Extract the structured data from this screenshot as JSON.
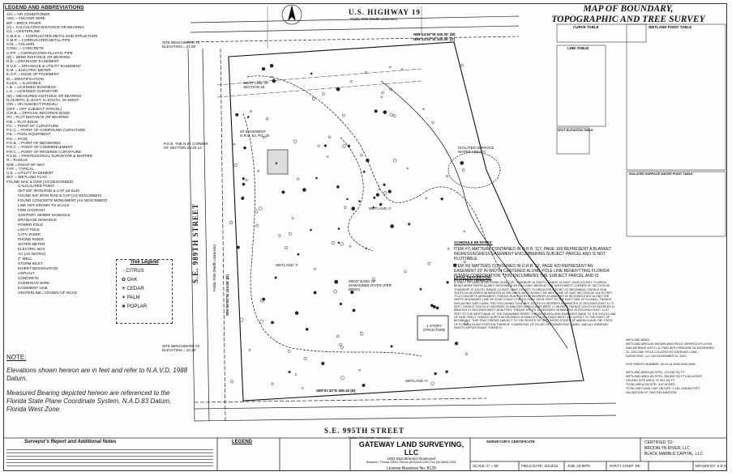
{
  "title": {
    "line1": "MAP OF BOUNDARY,",
    "line2": "TOPOGRAPHIC AND TREE SURVEY"
  },
  "roads": {
    "north": "U.S. HIGHWAY 19",
    "north_sub": "Public R/W (Width Unknown)",
    "south": "S.E. 995TH STREET",
    "south_sub": "Public R/W (Width Unknown)",
    "west": "S.E. 989TH STREET",
    "west_sub": "Public R/W (Width Unknown)"
  },
  "legend": {
    "title": "LEGEND AND ABBREVIATIONS",
    "items": [
      "A/C = AIR CONDITIONER",
      "ANC = ANCHOR WIRE",
      "B/P = BRICK PAVER",
      "(C) = CALCULATED DISTANCE OR BEARING",
      "C/L = CENTERLINE",
      "C.M.E.S. = CORRUGATED METAL END STRUCTURE",
      "C.M.P. = CORRUGATED METAL PIPE",
      "COL = COLUMN",
      "CONC. = CONCRETE",
      "C.P.P. = CORRUGATED PLASTIC PIPE",
      "(D) = DEED DISTANCE OR BEARING",
      "D.E. = DRAINAGE EASEMENT",
      "D.U.E. = DRAINAGE & UTILITY EASEMENT",
      "E.M. = ELECTRIC METER",
      "E.O.P. = EDGE OF PAVEMENT",
      "ID = IDENTIFICATION",
      "ILLEG. = ILLEGIBLE",
      "L.B. = LICENSED BUSINESS",
      "L.S. = LICENSED SURVEYOR",
      "(M) = MEASURED DISTANCE OR BEARING",
      "N=NORTH, E=EAST, S=SOUTH, W=WEST",
      "(ON = ON SUBJECT PARCEL)",
      "(OFF = OFF SUBJECT PARCEL)",
      "O.R.B. = OFFICIAL RECORDS BOOK",
      "(P) = PLAT DISTANCE OR BEARING",
      "P.B. = PLAT BOOK",
      "P.C. = POINT OF CURVATURE",
      "P.C.C. = POINT OF COMPOUND CURVATURE",
      "P.E. = POOL EQUIPMENT",
      "P.G. = PAGE",
      "P.O.B. = POINT OF BEGINNING",
      "P.O.C. = POINT OF COMMENCEMENT",
      "P.R.C. = POINT OF REVERSE CURVATURE",
      "P.S.M. = PROFESSIONAL SURVEYOR & MAPPER",
      "R = RADIUS",
      "R/W = RIGHT-OF-WAY",
      "TYP. = TYPICAL",
      "U.E. = UTILITY EASEMENT",
      "W.F. = WETLAND FLAG",
      "FOUND NAIL & DISK (AS DESCRIBED)",
      "CALCULATED POINT",
      "SET 5/8\" IRON ROD & CAP LB 8129",
      "FOUND 5/8\" IRON ROD & CAP (AS DESCRIBED)",
      "FOUND CONCRETE MONUMENT (AS DESCRIBED)",
      "LINE NOT DRAWN TO SCALE",
      "FIRE HYDRANT",
      "SANITARY SEWER MANHOLE",
      "DRAINAGE MANHOLE",
      "POWER POLE",
      "LIGHT POLE",
      "CATV. RISER",
      "PHONE RISER",
      "WATER METER",
      "ELECTRIC BOX",
      "AC (AS NOTED)",
      "2\" WELL",
      "STORM INLET",
      "INVERT DESIGNATION",
      "ASPHALT",
      "CONCRETE",
      "OVERHEAD WIRE",
      "EASEMENT LINE",
      "CENTERLINE / CROWN OF ROAD"
    ]
  },
  "tree_legend": {
    "title": "Tree Legend",
    "items": [
      "CITRUS",
      "OAK",
      "CEDAR",
      "PALM",
      "POPLAR"
    ]
  },
  "note": {
    "label": "NOTE:",
    "p1": "Elevations shown hereon are in feet and refer to N.A.V.D. 1988 Datum.",
    "p2": "Measured Bearing depicted hereon are referenced to the Florida State Plane Coordinate System, N.A.D.83 Datum, Florida West Zone."
  },
  "schedule": {
    "title": "SCHEDULE BII NOTES:",
    "item7": "ITEM #7) MATTERS CONTAINED IN O.R.B. 117, PAGE 168 REPRESENT A BLANKET INGRESS/EGRESS EASEMENT ENCUMBERING SUBJECT PARCEL AND IS NOT PLOTTABLE.",
    "item9": "ITEM #9) MATTERS CONTAINED IN O.R.B. 52, PAGE 420 REPRESENT AN EASEMENT 20' IN WIDTH CENTERED ALONG POLE LINE BENEFITTING FLORIDA POWER CORPORATION. THIS ENCUMBERS THE SUBJECT PARCEL AND IS PLOTTED HEREON."
  },
  "legal": {
    "title": "LEGAL DESCRIPTION:",
    "text": "A TRACT OF LAND IN SECTIONS 28 AND 29, TOWNSHIP 10 SOUTH, RANGE 14 EAST, DIXIE COUNTY, FLORIDA, BEING MORE PARTICULARLY DESCRIBED AS FOLLOWS: BEGIN AT THE NORTHWEST CORNER OF SECTION 28, TOWNSHIP 10 SOUTH, RANGE 14 EAST, DIXIE COUNTY, FLORIDA FOR A POINT OF BEGINNING; THENCE RUN SOUTH 00 DEGREES 56 MINUTES 00 SECONDS WEST ALONG THE WEST LINE OF SAID SECTION 28, 444.00 FEET TO A CONCRETE MONUMENT; THENCE RUN SOUTH 89 DEGREES 40 MINUTES 40 SECONDS EAST ALONG THE NORTH BOUNDARY LINE OF DIXIE COUNTY PUBLIC PARK 159.91 FEET TO THE EAST SIDE OF A CANAL; THENCE RUN ALONG SAID CANAL THE FOLLOWING COURSES: SOUTH 01 DEGREES 52 MINUTES 12 SECONDS EAST 11.73 FEET; THENCE SOUTH 07 DEGREES 10 MINUTES 51 SECONDS WEST 17.58 FEET; THENCE SOUTH 09 DEGREES 41 MINUTES 01 SECONDS WEST 28.68 FEET; THENCE SOUTH 10 DEGREES 48 MINUTES 25 SECONDS EAST 14.57 FEET TO THE WEST BANK OF THE SUWANNEE RIVER; THENCE RUN ALONG SAID WEST BANK TO THE SOUTH LINE OF SAID TRACT; THENCE NORTH 89 DEGREES 40 MINUTES 40 SECONDS WEST 459.15 FEET TO THE POINT OF BEGINNING. THIS TRACT BEING SUBJECT TO THE RIGHTS OF THE UNITED STATES OF AMERICA AND THE STATE OF FLORIDA IN ANY PORTION THEREOF CONSISTING OF FILLED OR SUBMERGED LANDS, AND ALL RIPARIAN RIGHTS APPURTENANT THERETO."
  },
  "wetland_info": {
    "lines": [
      "WETLAND AREA:",
      "WETLAND AREA AS SHOWN WAS FIELD VERIFIED BY LEIGH",
      "ANN WERNER WITH L.A. PWS WITH PASSION ON NOVEMBER",
      "22, 2022 AND FIELD LOCATED BY GATEWAY LAND",
      "SURVEYING, LLC ON NOVEMBER 22, 2022.",
      "",
      "SITE PARCEL NUMBER: 28-10-14-0000-0000-0000",
      "",
      "WETLAND AREA (IN SITE): 174,336 SQ FT",
      "WETLAND AREA (IN SITE): 296,800 SQ FT 6.81 ACRES",
      "UPLAND SITE AREA: 37,903 SQ FT",
      "TOTAL AREA ON SITE: 4.87 ACRES",
      "TOTAL WETLAND LINE ON SITE: 2,184 LINEAR FEET",
      "VALIDATION OF THIS DELINEATION:"
    ]
  },
  "point_tables": {
    "wetland_title": "WETLAND POINT TABLE",
    "isolated_title": "ISOLATED SURFACE WATER POINT TABLE",
    "curve_title": "CURVE TABLE",
    "line_title": "LINE TABLE",
    "benchmark_title": "SPOT ELEVATION TABLE"
  },
  "parcel_labels": {
    "wetland_a1": "WETLAND 'A'",
    "wetland_a2": "WETLAND 'A'",
    "wetland_a3": "WETLAND 'A'",
    "river": "WEST BANK OF SUWANNEE RIVER (PER DEED)",
    "isolated": "ISOLATED SURFACE WATER AREA 'A'",
    "west_line": "WEST LINE OF SECTION 28",
    "west_bearing": "S00°56'00\"W 444.00' (D)",
    "north_bearing": "N89°14'40\"W 340.00' (M)",
    "north_bearing2": "N89°24'40\"W 340.00' (D)",
    "south_bearing": "S89°01'40\"E 459.15 (D)",
    "pob": "P.O.B. THE N.W. CORNER OF SECTION 28-10-14",
    "story": "1 STORY STRUCTURE",
    "easement": "20' EASEMENT O.R.B. 52, PG. 20",
    "bench1": "SITE BENCHMARK #1 ELEVATION = 22.56'",
    "bench2": "SITE BENCHMARK #2 ELEVATION = 10.26'"
  },
  "bottom": {
    "surveyor_title": "Surveyor's Report and Additional Notes",
    "legend2_title": "LEGEND",
    "company": "GATEWAY LAND SURVEYING, LLC",
    "address": "1081 East Brandon Boulevard",
    "city": "Brandon, Florida 33511 Phone (813)643-2260 Fax (813)643-2261",
    "license": "License Business No. 8129",
    "cert_title": "SURVEYOR'S CERTIFICATE",
    "scale": "SCALE: 1\" = 50'",
    "field_date": "FIELD DATE: 11/22/22",
    "job": "JOB: 22-0879",
    "party_chief": "PARTY CHIEF: DK",
    "drawn": "DRAWN BY: S.D.S.",
    "certified_to": "CERTIFIED TO:",
    "cert1": "BROOKLYN RIVER, LLC",
    "cert2": "BLACK MARBLE CAPITAL, LLC"
  },
  "colors": {
    "line": "#1a1a1a",
    "paper": "#fdfdfd"
  }
}
